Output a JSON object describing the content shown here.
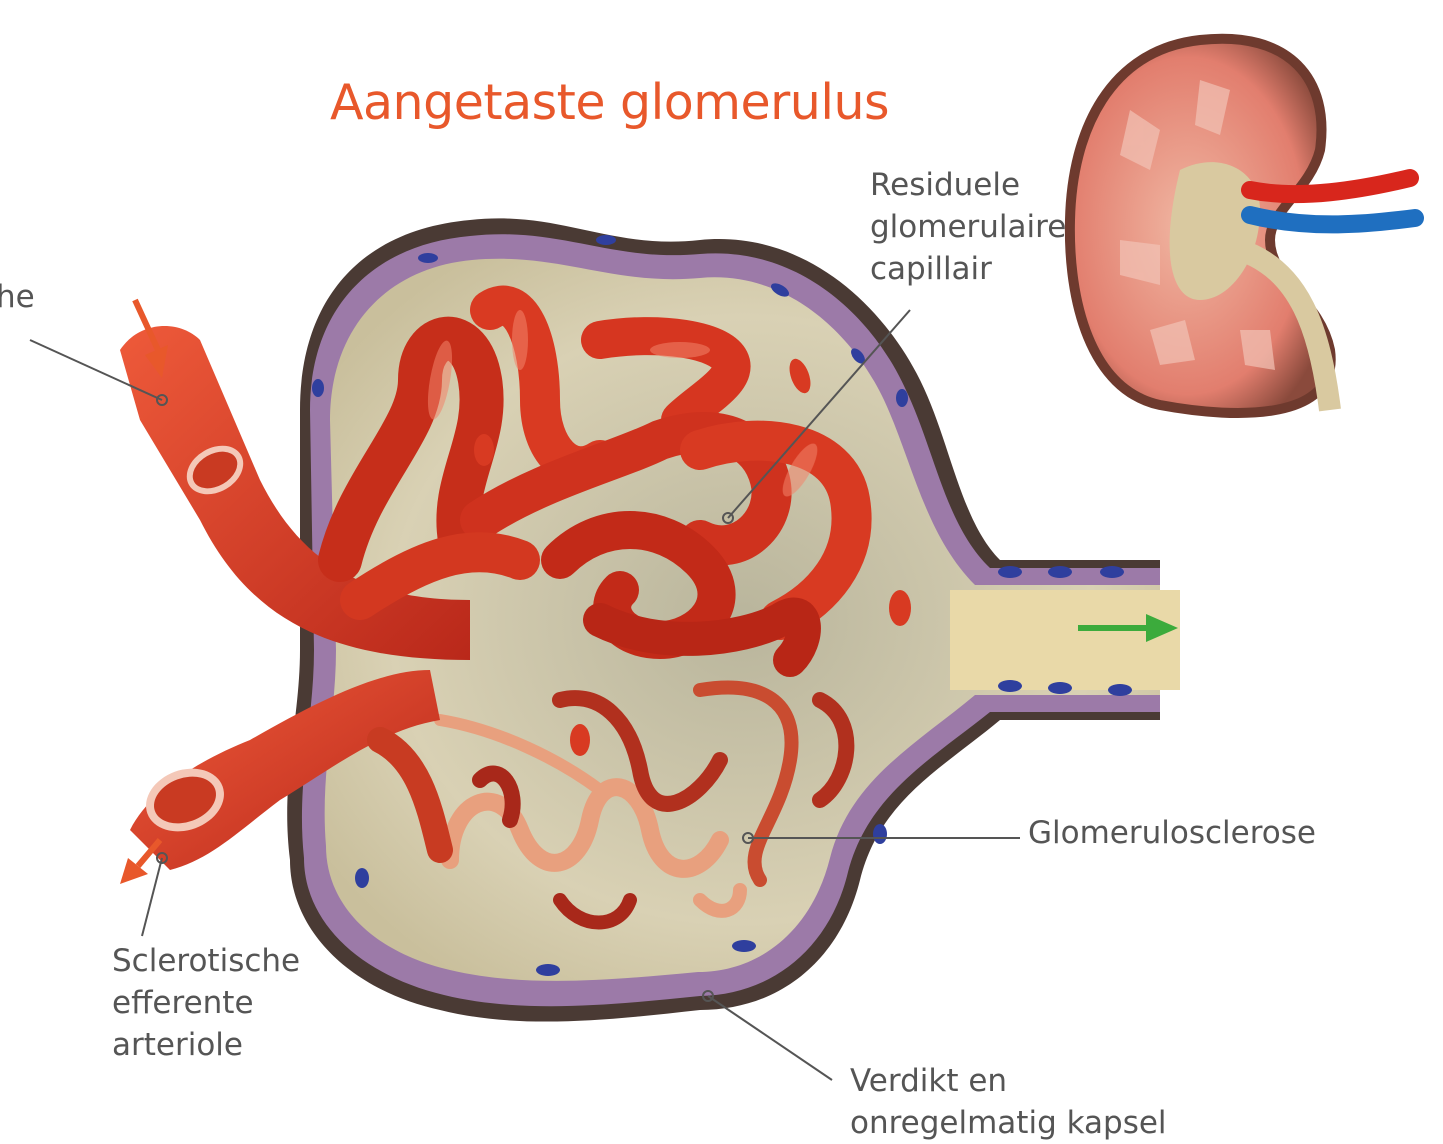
{
  "title": "Aangetaste glomerulus",
  "labels": {
    "afferent": [
      "he"
    ],
    "residual_capillary": [
      "Residuele",
      "glomerulaire",
      "capillair"
    ],
    "glomerulosclerosis": [
      "Glomerulosclerose"
    ],
    "efferent": [
      "Sclerotische",
      "efferente",
      "arteriole"
    ],
    "capsule": [
      "Verdikt en",
      "onregelmatig kapsel"
    ]
  },
  "colors": {
    "title": "#e8582b",
    "label_text": "#555555",
    "leader_line": "#555555",
    "vessel": "#d9331c",
    "vessel_dark": "#a81e10",
    "capsule_wall": "#9c7aa8",
    "capsule_fill": "#d8cfb2",
    "nucleus": "#2f3f9e",
    "flow_arrow_in": "#e8582b",
    "flow_arrow_out": "#3cab3c",
    "kidney_artery": "#d8261c",
    "kidney_vein": "#1f6fc0",
    "ureter": "#d9c9a0"
  }
}
